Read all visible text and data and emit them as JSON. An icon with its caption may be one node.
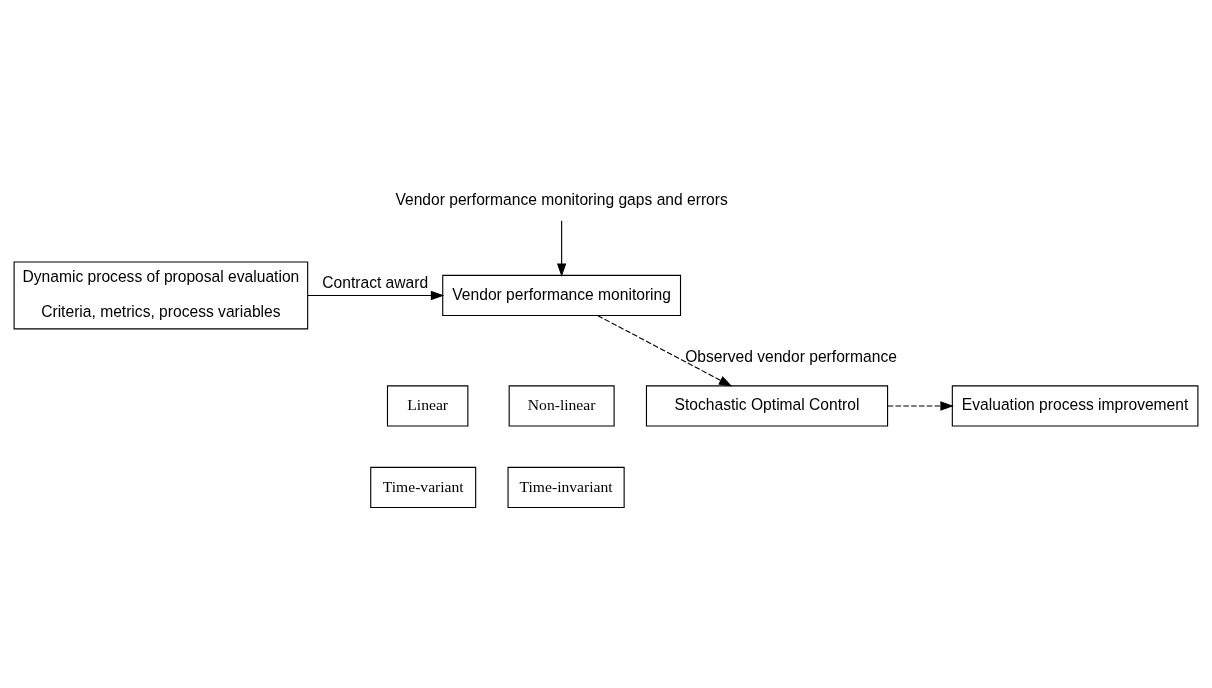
{
  "diagram": {
    "nodes": [
      {
        "text": [
          "Dynamic process of proposal evaluation",
          "Criteria, metrics, process variables"
        ]
      },
      {
        "text": [
          "Vendor performance monitoring gaps and errors"
        ]
      },
      {
        "text": [
          "Vendor performance monitoring"
        ]
      },
      {
        "text": [
          "Linear"
        ]
      },
      {
        "text": [
          "Non-linear"
        ]
      },
      {
        "text": [
          "Time-variant"
        ]
      },
      {
        "text": [
          "Time-invariant"
        ]
      },
      {
        "text": [
          "Stochastic Optimal Control"
        ]
      },
      {
        "text": [
          "Evaluation process improvement"
        ]
      }
    ],
    "edges": [
      {
        "from": 0,
        "to": 2,
        "arrow": "to",
        "label": "Contract award"
      },
      {
        "from": 1,
        "to": 2,
        "arrow": "to"
      },
      {
        "from": 2,
        "to": 7,
        "arrow": "to",
        "label": "Observed vendor performance",
        "style": "dashed"
      },
      {
        "from": 7,
        "to": 8,
        "arrow": "to",
        "style": "dashed"
      }
    ]
  }
}
